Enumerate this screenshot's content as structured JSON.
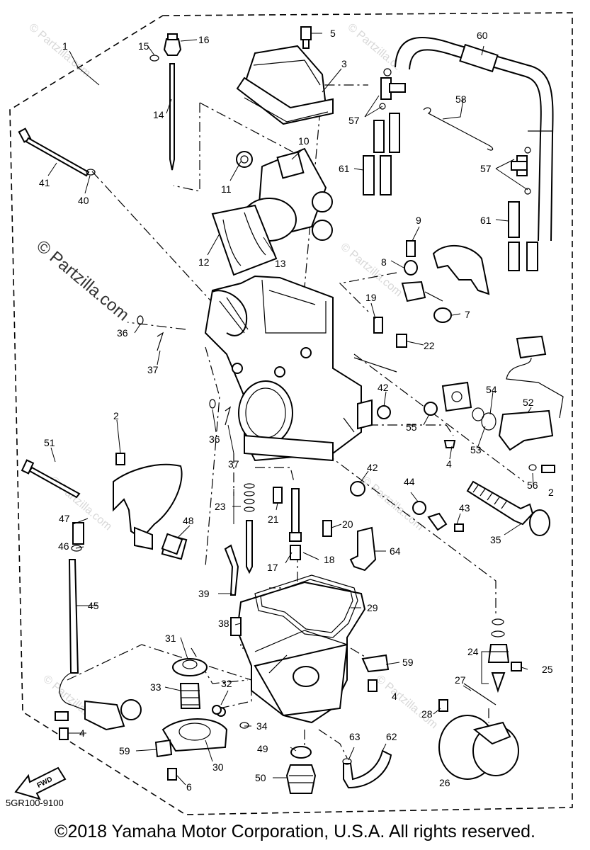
{
  "diagram": {
    "drawing_code": "5GR100-9100",
    "fwd_label": "FWD",
    "watermark": "© Partzilla.com",
    "copyright": "©2018 Yamaha Motor Corporation, U.S.A. All rights reserved.",
    "callouts": [
      "1",
      "2",
      "3",
      "4",
      "5",
      "6",
      "7",
      "8",
      "9",
      "10",
      "11",
      "12",
      "13",
      "14",
      "15",
      "16",
      "17",
      "18",
      "19",
      "20",
      "21",
      "22",
      "23",
      "24",
      "25",
      "26",
      "27",
      "28",
      "29",
      "30",
      "31",
      "32",
      "33",
      "34",
      "35",
      "36",
      "37",
      "38",
      "39",
      "40",
      "41",
      "42",
      "43",
      "44",
      "45",
      "46",
      "47",
      "48",
      "49",
      "50",
      "51",
      "52",
      "53",
      "54",
      "55",
      "56",
      "57",
      "58",
      "59",
      "60",
      "61",
      "62",
      "63",
      "64"
    ]
  }
}
